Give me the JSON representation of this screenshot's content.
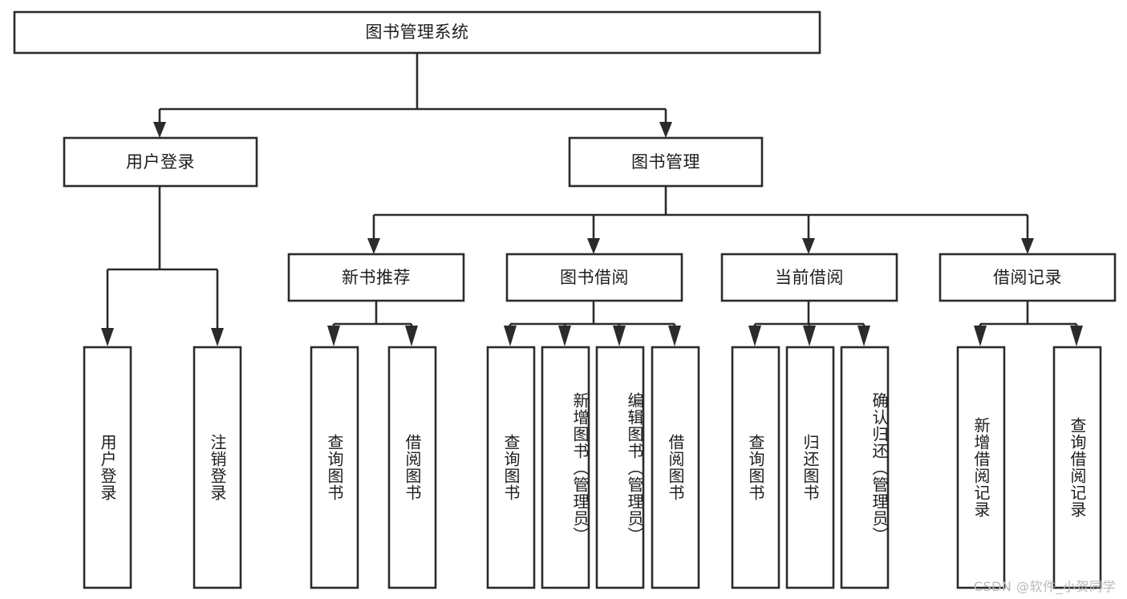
{
  "diagram": {
    "type": "tree",
    "title": "图书管理系统",
    "theme": {
      "background": "#ffffff",
      "box_fill": "#ffffff",
      "box_stroke": "#2b2b2b",
      "text_color": "#1d1d1d",
      "watermark_color": "#b9b9b9"
    },
    "watermark": "CSDN @软件_小贺同学",
    "nodes": {
      "root": {
        "label": "图书管理系统",
        "level": 0,
        "orientation": "horizontal"
      },
      "user_login": {
        "label": "用户登录",
        "level": 1,
        "orientation": "horizontal"
      },
      "book_manage": {
        "label": "图书管理",
        "level": 1,
        "orientation": "horizontal"
      },
      "new_book_rec": {
        "label": "新书推荐",
        "level": 2,
        "orientation": "horizontal"
      },
      "book_borrow": {
        "label": "图书借阅",
        "level": 2,
        "orientation": "horizontal"
      },
      "current_borrow": {
        "label": "当前借阅",
        "level": 2,
        "orientation": "horizontal"
      },
      "borrow_record": {
        "label": "借阅记录",
        "level": 2,
        "orientation": "horizontal"
      },
      "leaf_user_login": {
        "label": "用户登录",
        "level": 3,
        "orientation": "vertical"
      },
      "leaf_logout": {
        "label": "注销登录",
        "level": 3,
        "orientation": "vertical"
      },
      "leaf_query_book_1": {
        "label": "查询图书",
        "level": 3,
        "orientation": "vertical"
      },
      "leaf_borrow_book_1": {
        "label": "借阅图书",
        "level": 3,
        "orientation": "vertical"
      },
      "leaf_query_book_2": {
        "label": "查询图书",
        "level": 3,
        "orientation": "vertical"
      },
      "leaf_add_book": {
        "label": "新增图书（管理员）",
        "level": 3,
        "orientation": "vertical"
      },
      "leaf_edit_book": {
        "label": "编辑图书（管理员）",
        "level": 3,
        "orientation": "vertical"
      },
      "leaf_borrow_book_2": {
        "label": "借阅图书",
        "level": 3,
        "orientation": "vertical"
      },
      "leaf_query_book_3": {
        "label": "查询图书",
        "level": 3,
        "orientation": "vertical"
      },
      "leaf_return_book": {
        "label": "归还图书",
        "level": 3,
        "orientation": "vertical"
      },
      "leaf_confirm_return": {
        "label": "确认归还（管理员）",
        "level": 3,
        "orientation": "vertical"
      },
      "leaf_add_record": {
        "label": "新增借阅记录",
        "level": 3,
        "orientation": "vertical"
      },
      "leaf_query_record": {
        "label": "查询借阅记录",
        "level": 3,
        "orientation": "vertical"
      }
    },
    "edges": [
      {
        "from": "root",
        "to": "user_login"
      },
      {
        "from": "root",
        "to": "book_manage"
      },
      {
        "from": "book_manage",
        "to": "new_book_rec"
      },
      {
        "from": "book_manage",
        "to": "book_borrow"
      },
      {
        "from": "book_manage",
        "to": "current_borrow"
      },
      {
        "from": "book_manage",
        "to": "borrow_record"
      },
      {
        "from": "user_login",
        "to": "leaf_user_login"
      },
      {
        "from": "user_login",
        "to": "leaf_logout"
      },
      {
        "from": "new_book_rec",
        "to": "leaf_query_book_1"
      },
      {
        "from": "new_book_rec",
        "to": "leaf_borrow_book_1"
      },
      {
        "from": "book_borrow",
        "to": "leaf_query_book_2"
      },
      {
        "from": "book_borrow",
        "to": "leaf_add_book"
      },
      {
        "from": "book_borrow",
        "to": "leaf_edit_book"
      },
      {
        "from": "book_borrow",
        "to": "leaf_borrow_book_2"
      },
      {
        "from": "current_borrow",
        "to": "leaf_query_book_3"
      },
      {
        "from": "current_borrow",
        "to": "leaf_return_book"
      },
      {
        "from": "current_borrow",
        "to": "leaf_confirm_return"
      },
      {
        "from": "borrow_record",
        "to": "leaf_add_record"
      },
      {
        "from": "borrow_record",
        "to": "leaf_query_record"
      }
    ]
  }
}
